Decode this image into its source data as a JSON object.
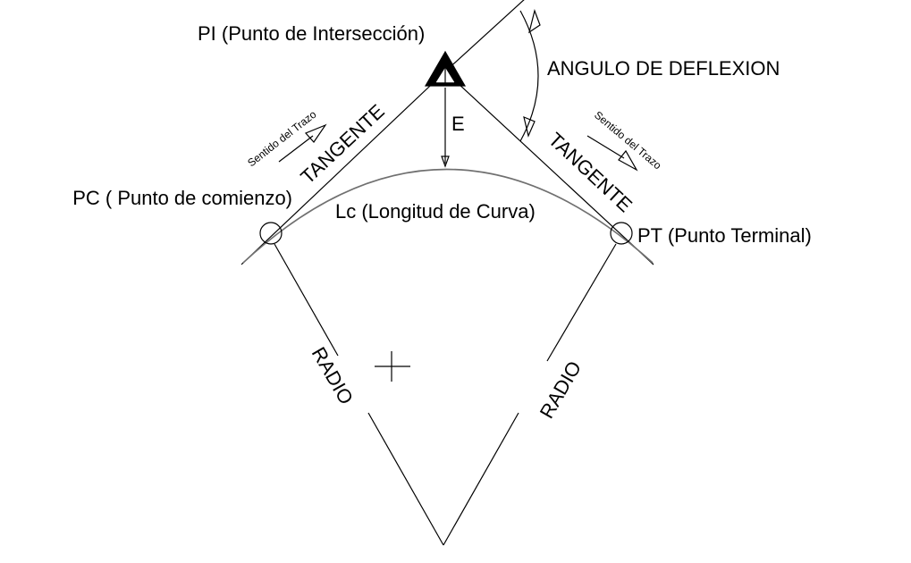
{
  "labels": {
    "pi": "PI (Punto de Intersección)",
    "deflection": "ANGULO DE DEFLEXION",
    "external": "E",
    "pc": "PC ( Punto de comienzo)",
    "pt": "PT (Punto Terminal)",
    "curve_length": "Lc (Longitud de Curva)",
    "tangent_left": "TANGENTE",
    "tangent_right": "TANGENTE",
    "direction_left": "Sentido del Trazo",
    "direction_right": "Sentido del Trazo",
    "radius_left": "RADIO",
    "radius_right": "RADIO"
  }
}
